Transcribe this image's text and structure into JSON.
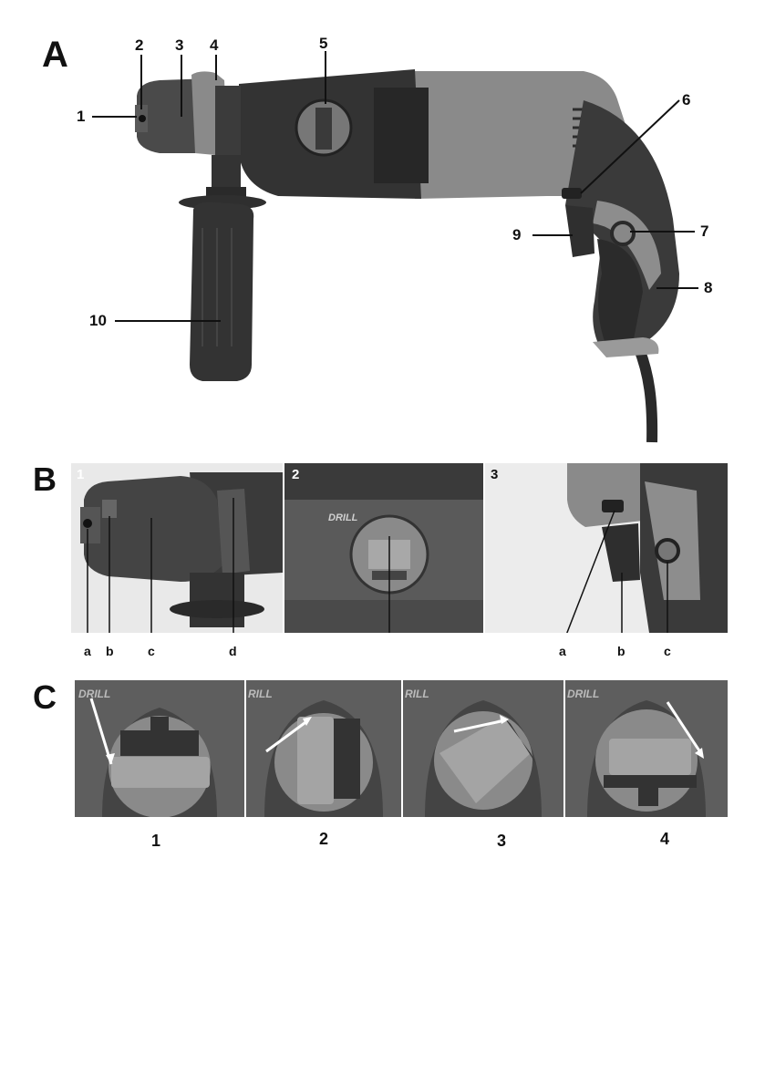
{
  "section_a": {
    "label": "A",
    "callouts": [
      "1",
      "2",
      "3",
      "4",
      "5",
      "6",
      "7",
      "8",
      "9",
      "10"
    ]
  },
  "section_b": {
    "label": "B",
    "panels": [
      {
        "number": "1",
        "labels": [
          "a",
          "b",
          "c",
          "d"
        ]
      },
      {
        "number": "2",
        "labels": []
      },
      {
        "number": "3",
        "labels": [
          "a",
          "b",
          "c"
        ]
      }
    ]
  },
  "section_c": {
    "label": "C",
    "panel_captions": [
      "1",
      "2",
      "3",
      "4"
    ]
  },
  "printed_text": {
    "brand_drill": "DRILL",
    "brand_rill": "RILL"
  }
}
